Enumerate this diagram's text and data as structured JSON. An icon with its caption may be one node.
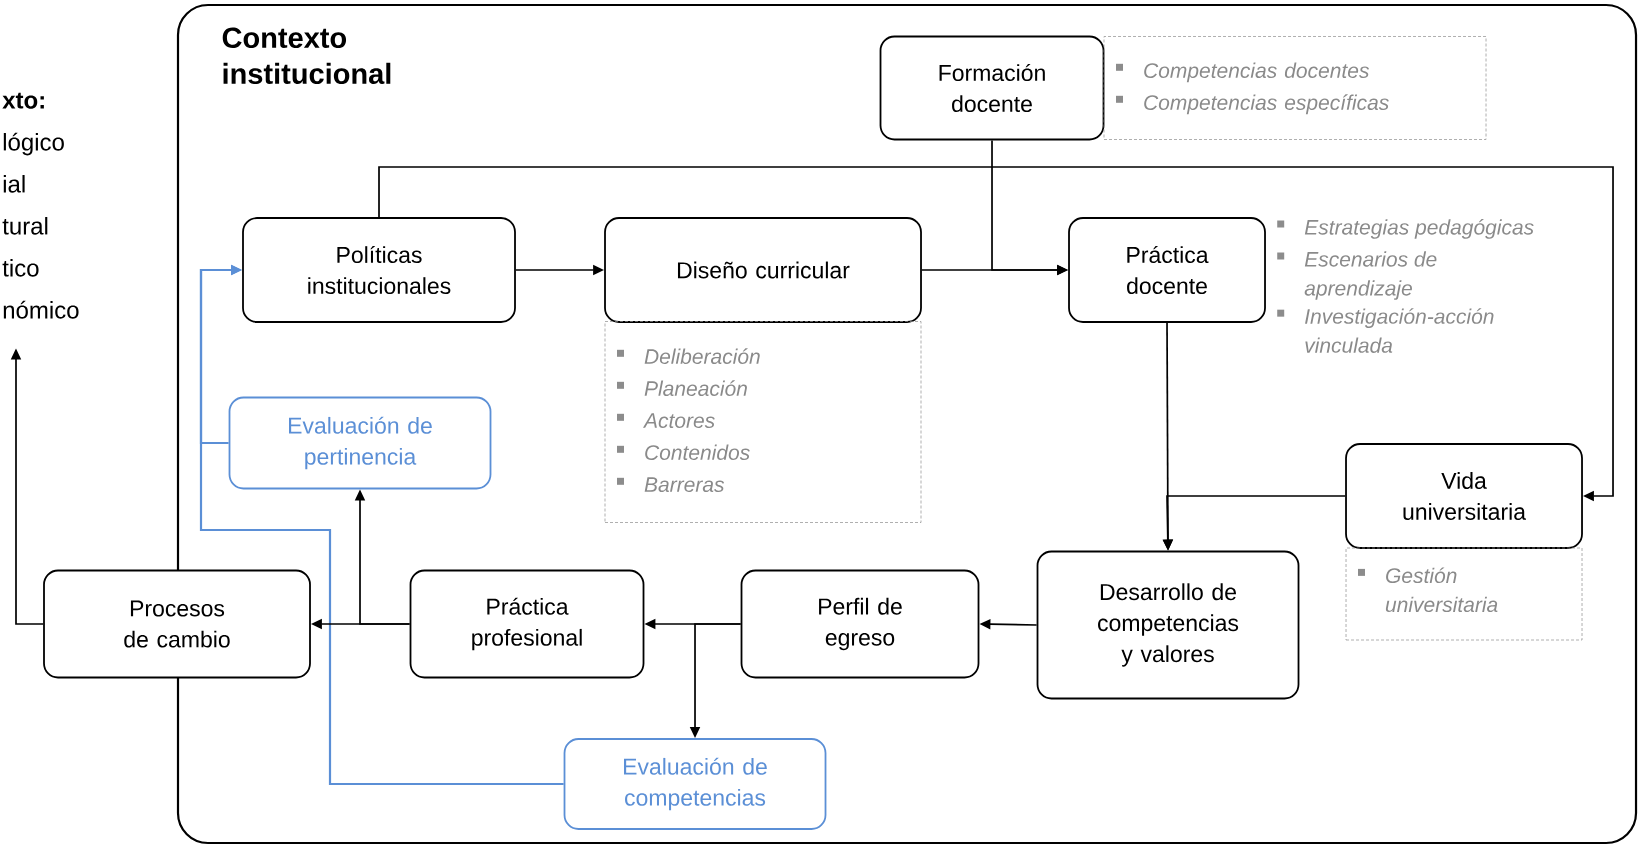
{
  "diagram": {
    "nodes": [
      {
        "text": [
          "Contexto institucional"
        ]
      },
      {
        "text": [
          "Formación docente"
        ],
        "in": 0
      },
      {
        "text": [
          "Competencias docentes",
          "Competencias específicas"
        ],
        "in": 0
      },
      {
        "text": [
          "Políticas institucionales"
        ],
        "in": 0
      },
      {
        "text": [
          "Diseño curricular"
        ],
        "in": 0
      },
      {
        "text": [
          "Deliberación",
          "Planeación",
          "Actores",
          "Contenidos",
          "Barreras"
        ],
        "in": 0
      },
      {
        "text": [
          "Práctica docente"
        ],
        "in": 0,
        "beside": [
          "Estrategias pedagógicas",
          "Escenarios de aprendizaje",
          "Investigación-acción vinculada"
        ]
      },
      {
        "text": [
          "Evaluación de pertinencia"
        ],
        "in": 0
      },
      {
        "text": [
          "Vida universitaria"
        ],
        "in": 0
      },
      {
        "text": [
          "Gestión universitaria"
        ],
        "in": 0
      },
      {
        "text": [
          "Procesos de cambio"
        ]
      },
      {
        "text": [
          "Práctica profesional"
        ],
        "in": 0
      },
      {
        "text": [
          "Perfil de egreso"
        ],
        "in": 0
      },
      {
        "text": [
          "Desarrollo de competencias y valores"
        ],
        "in": 0
      },
      {
        "text": [
          "Evaluación de competencias"
        ],
        "in": 0
      },
      {
        "text": [
          "xto:",
          "lógico",
          "ial",
          "tural",
          "tico",
          "nómico"
        ]
      }
    ],
    "edges": [
      {
        "from": 3,
        "to": 4,
        "arrow": "to"
      },
      {
        "from": 4,
        "to": 6,
        "arrow": "to"
      },
      {
        "from": 1,
        "to": 6,
        "arrow": "to"
      },
      {
        "from": 3,
        "to": 8,
        "arrow": "to"
      },
      {
        "from": 6,
        "to": 13,
        "arrow": "to"
      },
      {
        "from": 8,
        "to": 13,
        "arrow": "to"
      },
      {
        "from": 13,
        "to": 12,
        "arrow": "to"
      },
      {
        "from": 12,
        "to": 11,
        "arrow": "to"
      },
      {
        "from": 12,
        "to": 14,
        "arrow": "to"
      },
      {
        "from": 11,
        "to": 10,
        "arrow": "to"
      },
      {
        "from": 11,
        "to": 7,
        "arrow": "to"
      },
      {
        "from": 10,
        "to": 15,
        "arrow": "to"
      },
      {
        "from": 7,
        "to": 3,
        "arrow": "to",
        "color": "#5b8fd6"
      },
      {
        "from": 14,
        "to": 3,
        "arrow": "to",
        "color": "#5b8fd6"
      }
    ]
  }
}
